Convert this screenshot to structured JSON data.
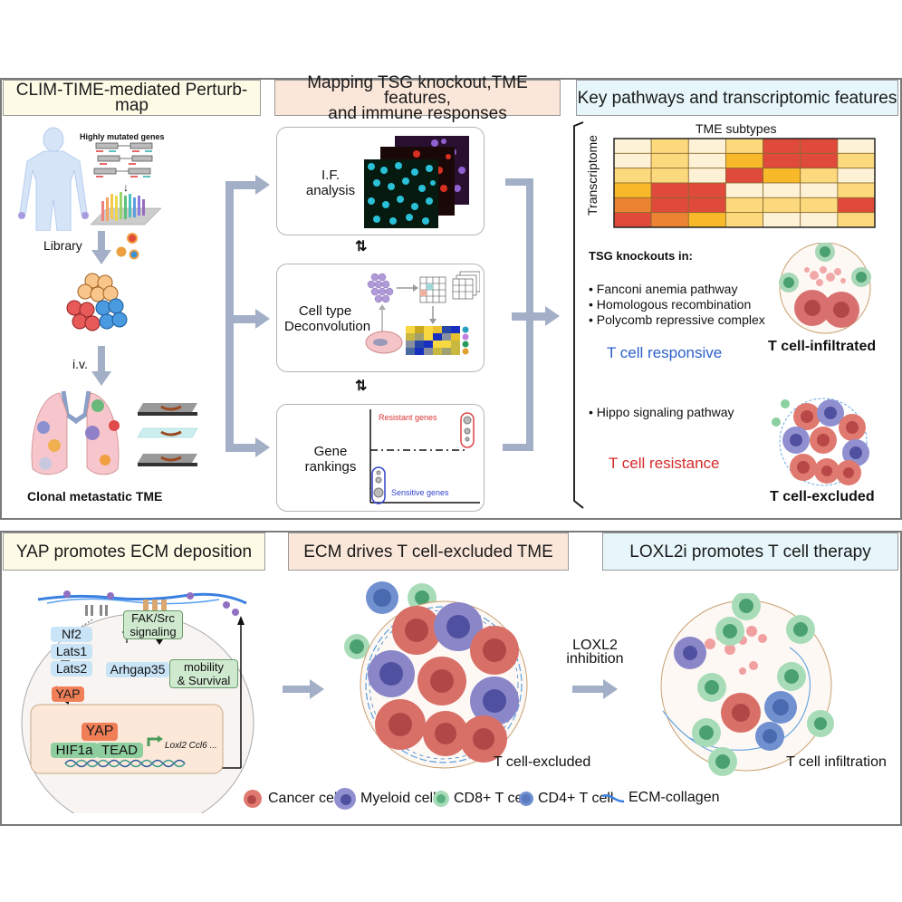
{
  "top_panel": {
    "section1": {
      "header": "CLIM-TIME-mediated Perturb-map",
      "genes_label": "Highly mutated genes",
      "library_label": "Library",
      "iv_label": "i.v.",
      "footer": "Clonal metastatic TME"
    },
    "section2": {
      "header_line1": "Mapping TSG knockout,TME features,",
      "header_line2": "and immune responses",
      "if_box": {
        "line1": "I.F.",
        "line2": "analysis"
      },
      "deconv_box": {
        "line1": "Cell type",
        "line2": "Deconvolution"
      },
      "rank_box": {
        "line1": "Gene",
        "line2": "rankings",
        "resistant": "Resistant genes",
        "sensitive": "Sensitive genes"
      }
    },
    "section3": {
      "header": "Key pathways and transcriptomic features",
      "heatmap_title": "TME subtypes",
      "heatmap_ylabel": "Transcriptome",
      "heatmap_levels": [
        [
          0,
          1,
          0,
          1,
          4,
          4,
          0
        ],
        [
          0,
          1,
          0,
          2,
          4,
          4,
          1
        ],
        [
          1,
          1,
          0,
          4,
          2,
          1,
          0
        ],
        [
          2,
          4,
          4,
          0,
          0,
          0,
          1
        ],
        [
          3,
          4,
          4,
          1,
          1,
          1,
          4
        ],
        [
          4,
          3,
          2,
          1,
          0,
          0,
          1
        ]
      ],
      "heatmap_palette": [
        "#fdf1d6",
        "#fbd97c",
        "#f7b82a",
        "#ec8332",
        "#e04a3a"
      ],
      "tsg_title": "TSG knockouts in:",
      "responsive_bullets": [
        "Fanconi anemia pathway",
        "Homologous recombination",
        "Polycomb repressive complex"
      ],
      "responsive_label": "T cell responsive",
      "infiltrated_label": "T cell-infiltrated",
      "resistant_bullets": [
        "Hippo signaling pathway"
      ],
      "resistance_label": "T cell resistance",
      "excluded_label": "T cell-excluded",
      "responsive_color": "#2b5fc9",
      "resistance_color": "#d42a2a"
    }
  },
  "bottom_panel": {
    "section1": {
      "header": "YAP promotes ECM deposition",
      "nf2": "Nf2",
      "lats1": "Lats1",
      "lats2": "Lats2",
      "yap_cyto": "YAP",
      "fak_line1": "FAK/Src",
      "fak_line2": "signaling",
      "arhgap": "Arhgap35",
      "mobility_line1": "mobility",
      "mobility_line2": "& Survival",
      "yap_nuc": "YAP",
      "hif1a": "HIF1a",
      "tead": "TEAD",
      "targets": "Loxl2 Ccl6 ..."
    },
    "section2": {
      "header": "ECM drives T cell-excluded TME",
      "label": "T cell-excluded"
    },
    "section3": {
      "header": "LOXL2i promotes T cell therapy",
      "arrow_line1": "LOXL2",
      "arrow_line2": "inhibition",
      "label": "T cell infiltration"
    },
    "legend": [
      {
        "label": "Cancer cell",
        "icon": "cancer-cell-icon"
      },
      {
        "label": "Myeloid cell",
        "icon": "myeloid-cell-icon"
      },
      {
        "label": "CD8+ T cell",
        "icon": "cd8-t-cell-icon"
      },
      {
        "label": "CD4+ T cell",
        "icon": "cd4-t-cell-icon"
      },
      {
        "label": "ECM-collagen",
        "icon": "ecm-collagen-icon"
      }
    ]
  }
}
